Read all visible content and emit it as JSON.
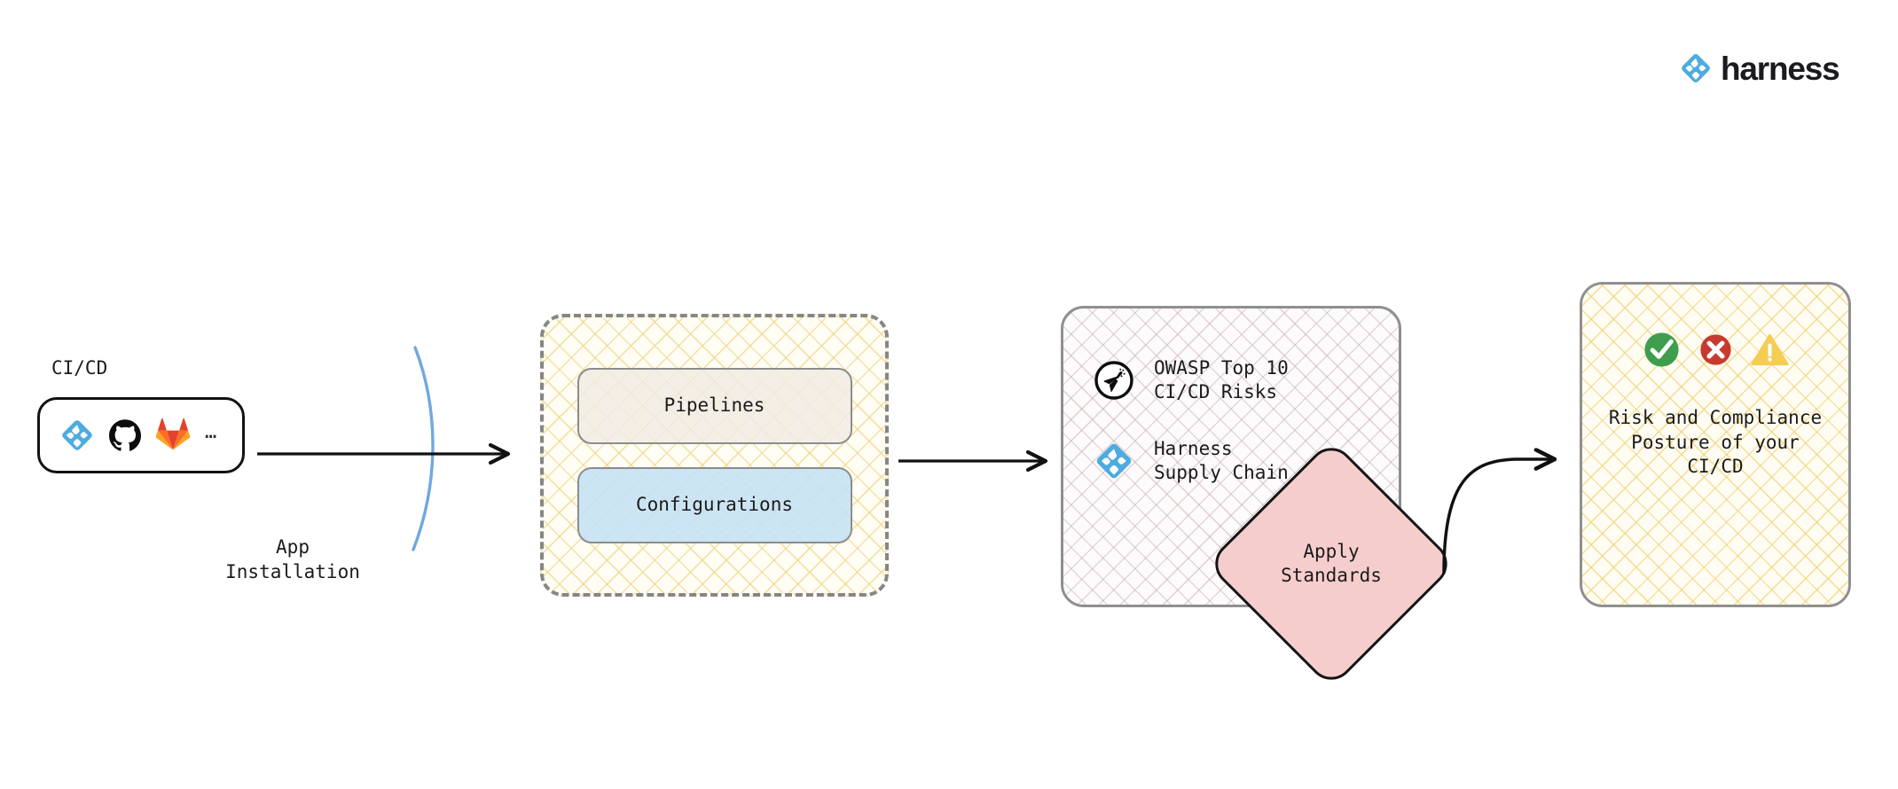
{
  "brand": {
    "name": "harness",
    "mark_icon": "harness-diamond-icon",
    "accent_color": "#4dabe0",
    "word_color": "#1b1b1f"
  },
  "diagram": {
    "type": "flow",
    "nodes": {
      "cicd": {
        "caption": "CI/CD",
        "tools": [
          {
            "name": "harness-icon",
            "label": "Harness"
          },
          {
            "name": "github-icon",
            "label": "GitHub"
          },
          {
            "name": "gitlab-icon",
            "label": "GitLab"
          }
        ],
        "more_indicator": "…"
      },
      "app_installation": {
        "label": "App\nInstallation",
        "membrane_color": "#6fa8e0"
      },
      "pipeline_container": {
        "cards": [
          {
            "label": "Pipelines",
            "fill": "#f0ece4"
          },
          {
            "label": "Configurations",
            "fill": "#c5e1f5"
          }
        ],
        "hatch_color": "#ebcd6e",
        "border_style": "dashed"
      },
      "standards": {
        "rows": [
          {
            "icon": "owasp-icon",
            "label": "OWASP Top 10\nCI/CD Risks"
          },
          {
            "icon": "harness-icon",
            "label": "Harness\nSupply Chain"
          }
        ],
        "hatch_color": "#bea0a0"
      },
      "apply_standards": {
        "label": "Apply\nStandards",
        "fill": "#f6cdcd"
      },
      "outcome": {
        "status_icons": [
          {
            "name": "check-circle-icon",
            "color": "#3f9e4d"
          },
          {
            "name": "x-circle-icon",
            "color": "#c8392f"
          },
          {
            "name": "warning-triangle-icon",
            "color": "#f4cd52"
          }
        ],
        "label": "Risk and Compliance\nPosture of your\nCI/CD",
        "hatch_color": "#eece6c"
      }
    },
    "edges": [
      {
        "name": "cicd-to-pipelines",
        "style": "straight-arrow"
      },
      {
        "name": "pipelines-to-standards",
        "style": "straight-arrow"
      },
      {
        "name": "apply-standards-to-outcome",
        "style": "curved-arrow"
      }
    ]
  }
}
